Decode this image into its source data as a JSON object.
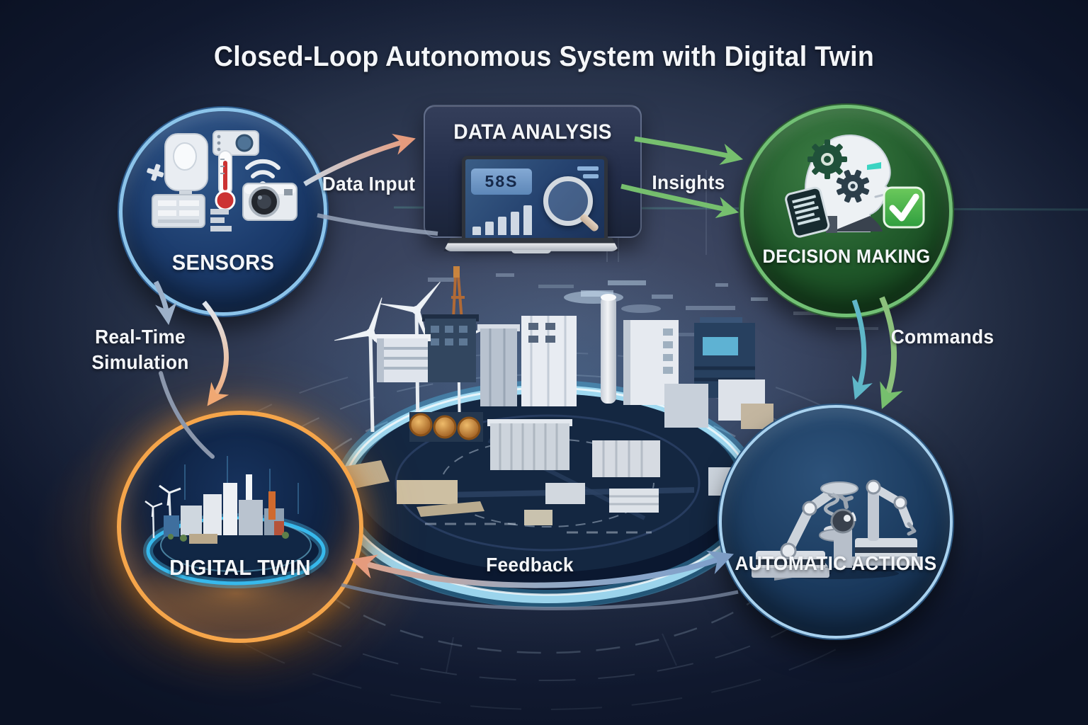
{
  "title": "Closed-Loop Autonomous System with Digital Twin",
  "nodes": {
    "sensors": {
      "label": "SENSORS",
      "shape": "circle",
      "fill": "#1c3c6d",
      "rim": "#8cc4ea",
      "icons": [
        "motion-sensor",
        "wireless-module",
        "thermometer",
        "wifi-signal",
        "camera",
        "server-rack"
      ]
    },
    "data_analysis": {
      "label": "DATA ANALYSIS",
      "shape": "rounded-panel",
      "fill": "#232d49",
      "screen_badge": "58S",
      "icons": [
        "laptop",
        "bar-chart",
        "magnifier",
        "dashboard"
      ]
    },
    "decision_making": {
      "label": "DECISION MAKING",
      "shape": "circle",
      "fill": "#215a2b",
      "rim": "#72c075",
      "icons": [
        "ai-robot-head",
        "gears",
        "tablet-document",
        "green-checkmark"
      ]
    },
    "digital_twin": {
      "label": "DIGITAL TWIN",
      "shape": "circle",
      "fill": "#0c1e3c",
      "rim": "#f5a54a",
      "icons": [
        "holographic-city",
        "wind-turbines",
        "glowing-platform-ring"
      ]
    },
    "automatic_actions": {
      "label": "AUTOMATIC ACTIONS",
      "shape": "circle",
      "fill": "#1c3c60",
      "rim": "#a9d2ef",
      "icons": [
        "robotic-arms",
        "screw-part",
        "conveyor"
      ]
    }
  },
  "edges": [
    {
      "label": "Data Input",
      "from": "sensors",
      "to": "data_analysis",
      "color": "#e59b7d"
    },
    {
      "label": "Insights",
      "from": "data_analysis",
      "to": "decision_making",
      "color": "#76bf6e"
    },
    {
      "label": "Real-Time Simulation",
      "from": "sensors",
      "to": "digital_twin",
      "color": "#f0ab7a"
    },
    {
      "label": "Commands",
      "from": "decision_making",
      "to": "automatic_actions",
      "color": "#8cc17c"
    },
    {
      "label": "Feedback",
      "from": "digital_twin",
      "to": "automatic_actions",
      "bidirectional": true,
      "color": "#9fb4cc"
    }
  ],
  "center_scene": {
    "description": "3D industrial plant with wind turbines, chimney and lattice tower on a glowing circular platform",
    "ring_color": "#54c5f2"
  }
}
